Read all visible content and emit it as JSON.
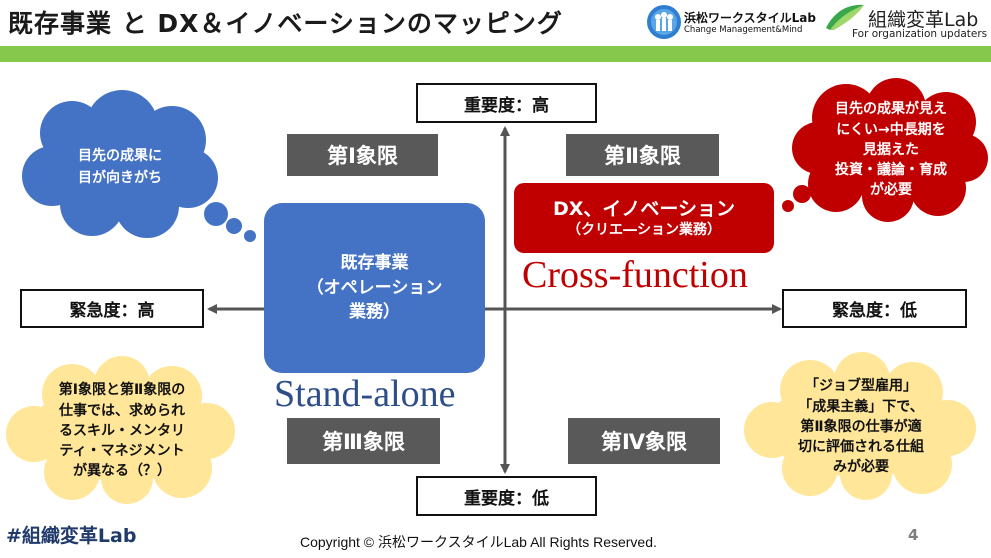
{
  "header": {
    "title": "既存事業 と DX＆イノベーションのマッピング",
    "logo1_name": "浜松ワークスタイルLab",
    "logo1_sub": "Change Management&Mind",
    "logo2_name": "組織変革Lab",
    "logo2_sub": "For organization updaters"
  },
  "axes": {
    "top": "重要度：高",
    "bottom": "重要度：低",
    "left": "緊急度：高",
    "right": "緊急度：低"
  },
  "quadrants": {
    "q1": "第Ⅰ象限",
    "q2": "第Ⅱ象限",
    "q3": "第Ⅲ象限",
    "q4": "第Ⅳ象限"
  },
  "existing_box": {
    "line1": "既存事業",
    "line2": "（オペレーション",
    "line3": "業務）"
  },
  "dx_box": {
    "title": "DX、イノベーション",
    "sub": "（クリエ―ション業務）"
  },
  "labels": {
    "cross_function": "Cross-function",
    "stand_alone": "Stand-alone"
  },
  "bubbles": {
    "blue": [
      "目先の成果に",
      "目が向きがち"
    ],
    "red": [
      "目先の成果が見え",
      "にくい→中長期を",
      "見据えた",
      "投資・議論・育成",
      "が必要"
    ],
    "yellow_left": [
      "第Ⅰ象限と第Ⅱ象限の",
      "仕事では、求められ",
      "るスキル・メンタリ",
      "ティ・マネジメント",
      "が異なる（？）"
    ],
    "yellow_right": [
      "「ジョブ型雇用」",
      "「成果主義」下で、",
      "第Ⅱ象限の仕事が適",
      "切に評価される仕組",
      "みが必要"
    ]
  },
  "colors": {
    "accent_green": "#86c84b",
    "existing_blue": "#4472c4",
    "dx_red": "#c00000",
    "thought_red": "#c00000",
    "thought_yellow": "#ffe699",
    "quadrant_gray": "#595959"
  },
  "footer": {
    "hashtag": "#組織変革Lab",
    "copyright": "Copyright © 浜松ワークスタイルLab  All Rights Reserved.",
    "page": "4"
  }
}
